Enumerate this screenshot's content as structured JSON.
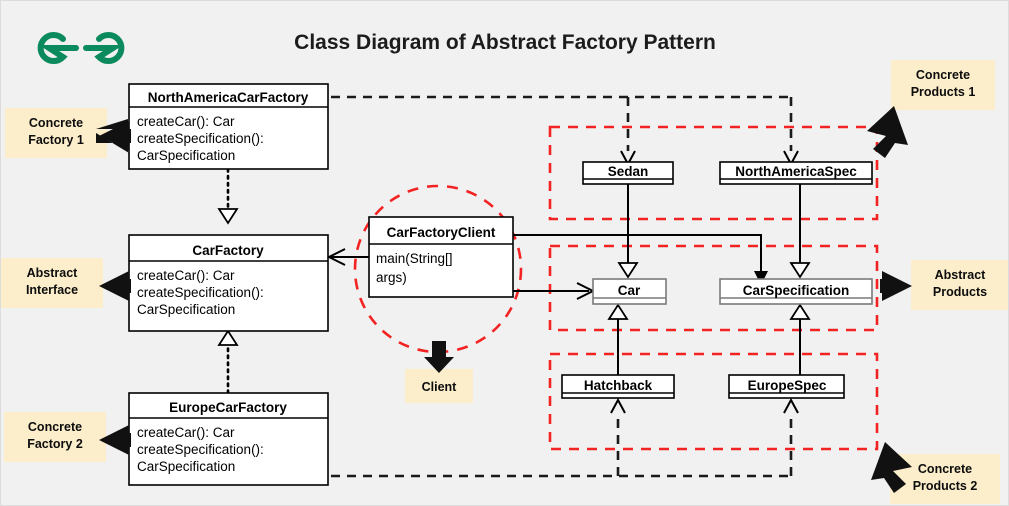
{
  "page": {
    "title": "Class Diagram of Abstract Factory Pattern",
    "background_color": "#f1f1f1",
    "note_color": "#fceecb",
    "group_color": "#f42323",
    "logo_color": "#0b8a5e",
    "logo_name": "geeksforgeeks-logo"
  },
  "classes": {
    "north_america_car_factory": {
      "name": "NorthAmericaCarFactory",
      "members": [
        "createCar(): Car",
        "createSpecification():",
        "CarSpecification"
      ]
    },
    "car_factory": {
      "name": "CarFactory",
      "members": [
        "createCar(): Car",
        "createSpecification():",
        "CarSpecification"
      ]
    },
    "europe_car_factory": {
      "name": "EuropeCarFactory",
      "members": [
        "createCar(): Car",
        "createSpecification():",
        "CarSpecification"
      ]
    },
    "car_factory_client": {
      "name": "CarFactoryClient",
      "members": [
        "main(String[]",
        "args)"
      ]
    },
    "sedan": {
      "name": "Sedan",
      "members": []
    },
    "north_america_spec": {
      "name": "NorthAmericaSpec",
      "members": []
    },
    "car": {
      "name": "Car",
      "members": []
    },
    "car_specification": {
      "name": "CarSpecification",
      "members": []
    },
    "hatchback": {
      "name": "Hatchback",
      "members": []
    },
    "europe_spec": {
      "name": "EuropeSpec",
      "members": []
    }
  },
  "notes": {
    "concrete_factory_1": {
      "line1": "Concrete",
      "line2": "Factory 1"
    },
    "abstract_interface": {
      "line1": "Abstract",
      "line2": "Interface"
    },
    "concrete_factory_2": {
      "line1": "Concrete",
      "line2": "Factory 2"
    },
    "client": {
      "line1": "Client",
      "line2": ""
    },
    "concrete_products_1": {
      "line1": "Concrete",
      "line2": "Products 1"
    },
    "abstract_products": {
      "line1": "Abstract",
      "line2": "Products"
    },
    "concrete_products_2": {
      "line1": "Concrete",
      "line2": "Products 2"
    }
  },
  "chart_data": {
    "type": "diagram",
    "diagram_kind": "uml-class-diagram",
    "title": "Class Diagram of Abstract Factory Pattern",
    "nodes": [
      {
        "id": "NorthAmericaCarFactory",
        "kind": "concrete-class",
        "group": "Concrete Factory 1"
      },
      {
        "id": "CarFactory",
        "kind": "abstract-interface",
        "group": "Abstract Interface"
      },
      {
        "id": "EuropeCarFactory",
        "kind": "concrete-class",
        "group": "Concrete Factory 2"
      },
      {
        "id": "CarFactoryClient",
        "kind": "client-class",
        "group": "Client"
      },
      {
        "id": "Sedan",
        "kind": "concrete-product",
        "group": "Concrete Products 1"
      },
      {
        "id": "NorthAmericaSpec",
        "kind": "concrete-product",
        "group": "Concrete Products 1"
      },
      {
        "id": "Car",
        "kind": "abstract-product",
        "group": "Abstract Products"
      },
      {
        "id": "CarSpecification",
        "kind": "abstract-product",
        "group": "Abstract Products"
      },
      {
        "id": "Hatchback",
        "kind": "concrete-product",
        "group": "Concrete Products 2"
      },
      {
        "id": "EuropeSpec",
        "kind": "concrete-product",
        "group": "Concrete Products 2"
      }
    ],
    "edges": [
      {
        "from": "NorthAmericaCarFactory",
        "to": "CarFactory",
        "type": "realization"
      },
      {
        "from": "EuropeCarFactory",
        "to": "CarFactory",
        "type": "realization"
      },
      {
        "from": "NorthAmericaCarFactory",
        "to": "Sedan",
        "type": "dependency"
      },
      {
        "from": "NorthAmericaCarFactory",
        "to": "NorthAmericaSpec",
        "type": "dependency"
      },
      {
        "from": "EuropeCarFactory",
        "to": "Hatchback",
        "type": "dependency"
      },
      {
        "from": "EuropeCarFactory",
        "to": "EuropeSpec",
        "type": "dependency"
      },
      {
        "from": "Sedan",
        "to": "Car",
        "type": "realization"
      },
      {
        "from": "NorthAmericaSpec",
        "to": "CarSpecification",
        "type": "realization"
      },
      {
        "from": "Hatchback",
        "to": "Car",
        "type": "realization"
      },
      {
        "from": "EuropeSpec",
        "to": "CarSpecification",
        "type": "realization"
      },
      {
        "from": "CarFactoryClient",
        "to": "CarFactory",
        "type": "association"
      },
      {
        "from": "CarFactoryClient",
        "to": "Car",
        "type": "association"
      },
      {
        "from": "CarFactoryClient",
        "to": "CarSpecification",
        "type": "association"
      }
    ],
    "groups": [
      {
        "label": "Concrete Products 1",
        "members": [
          "Sedan",
          "NorthAmericaSpec"
        ]
      },
      {
        "label": "Abstract Products",
        "members": [
          "Car",
          "CarSpecification"
        ]
      },
      {
        "label": "Concrete Products 2",
        "members": [
          "Hatchback",
          "EuropeSpec"
        ]
      },
      {
        "label": "Client",
        "members": [
          "CarFactoryClient"
        ]
      }
    ]
  }
}
